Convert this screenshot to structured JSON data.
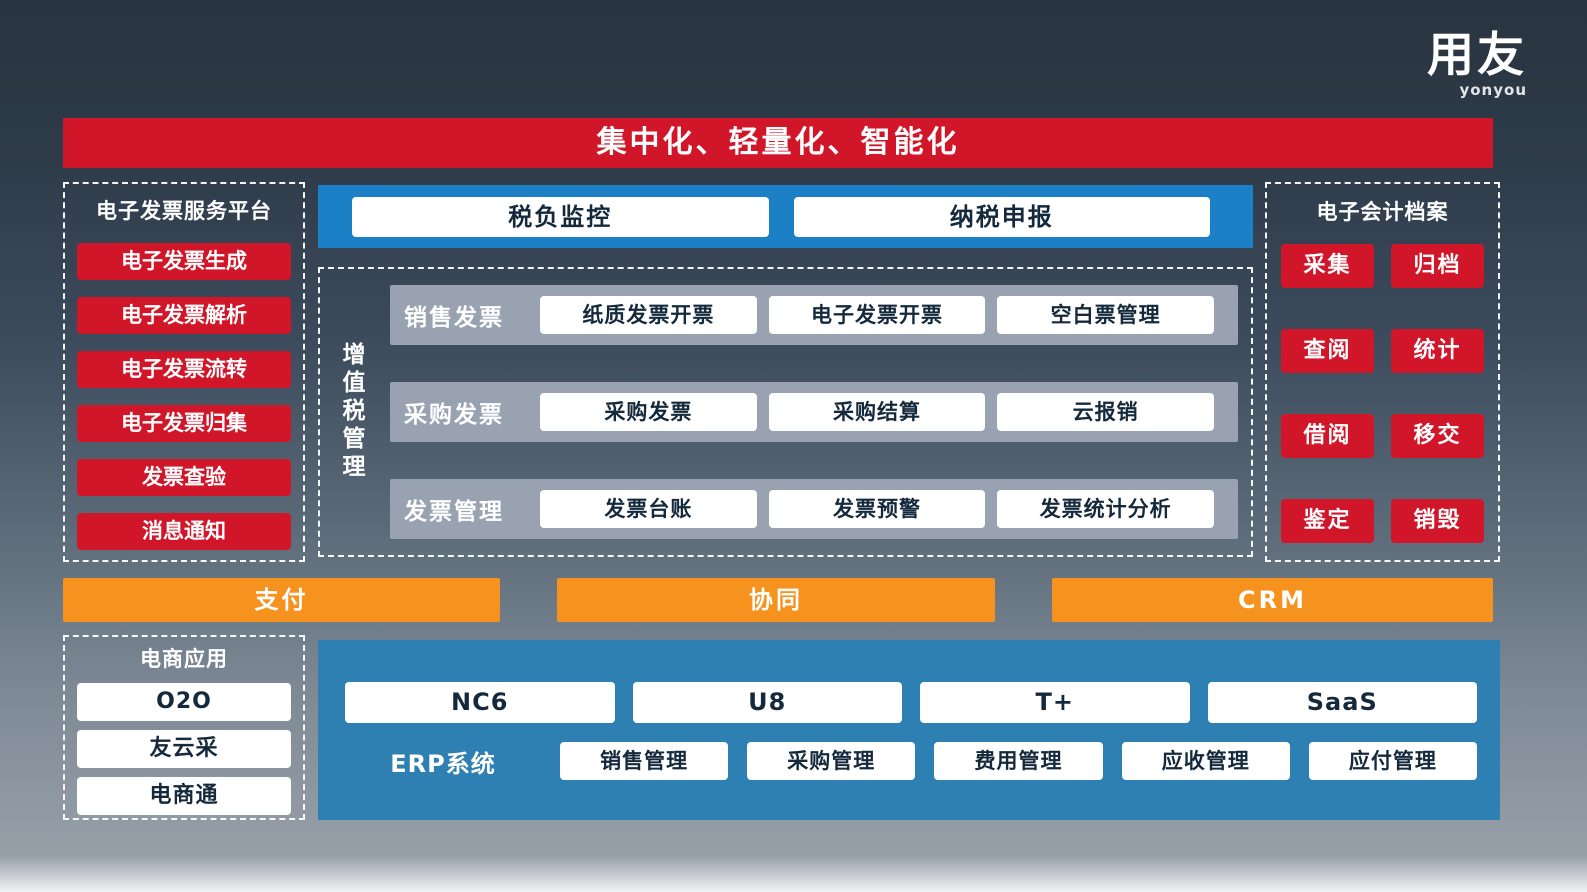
{
  "logo": {
    "brand": "用友",
    "sub": "yonyou"
  },
  "banner": {
    "title": "集中化、轻量化、智能化"
  },
  "left_panel": {
    "title": "电子发票服务平台",
    "items": [
      "电子发票生成",
      "电子发票解析",
      "电子发票流转",
      "电子发票归集",
      "发票查验",
      "消息通知"
    ]
  },
  "top_bar": {
    "items": [
      "税负监控",
      "纳税申报"
    ]
  },
  "vat_panel": {
    "side_label": "增值税管理",
    "rows": [
      {
        "label": "销售发票",
        "items": [
          "纸质发票开票",
          "电子发票开票",
          "空白票管理"
        ]
      },
      {
        "label": "采购发票",
        "items": [
          "采购发票",
          "采购结算",
          "云报销"
        ]
      },
      {
        "label": "发票管理",
        "items": [
          "发票台账",
          "发票预警",
          "发票统计分析"
        ]
      }
    ]
  },
  "right_panel": {
    "title": "电子会计档案",
    "items": [
      "采集",
      "归档",
      "查阅",
      "统计",
      "借阅",
      "移交",
      "鉴定",
      "销毁"
    ]
  },
  "middle_bars": [
    "支付",
    "协同",
    "CRM"
  ],
  "ecommerce_panel": {
    "title": "电商应用",
    "items": [
      "O2O",
      "友云采",
      "电商通"
    ]
  },
  "erp_panel": {
    "products": [
      "NC6",
      "U8",
      "T+",
      "SaaS"
    ],
    "label": "ERP系统",
    "modules": [
      "销售管理",
      "采购管理",
      "费用管理",
      "应收管理",
      "应付管理"
    ]
  },
  "colors": {
    "red": "#d2162a",
    "blue_top": "#1b80c6",
    "blue_bottom": "#2e80b2",
    "orange": "#f6921e",
    "gray_row": "#98a2b0"
  }
}
